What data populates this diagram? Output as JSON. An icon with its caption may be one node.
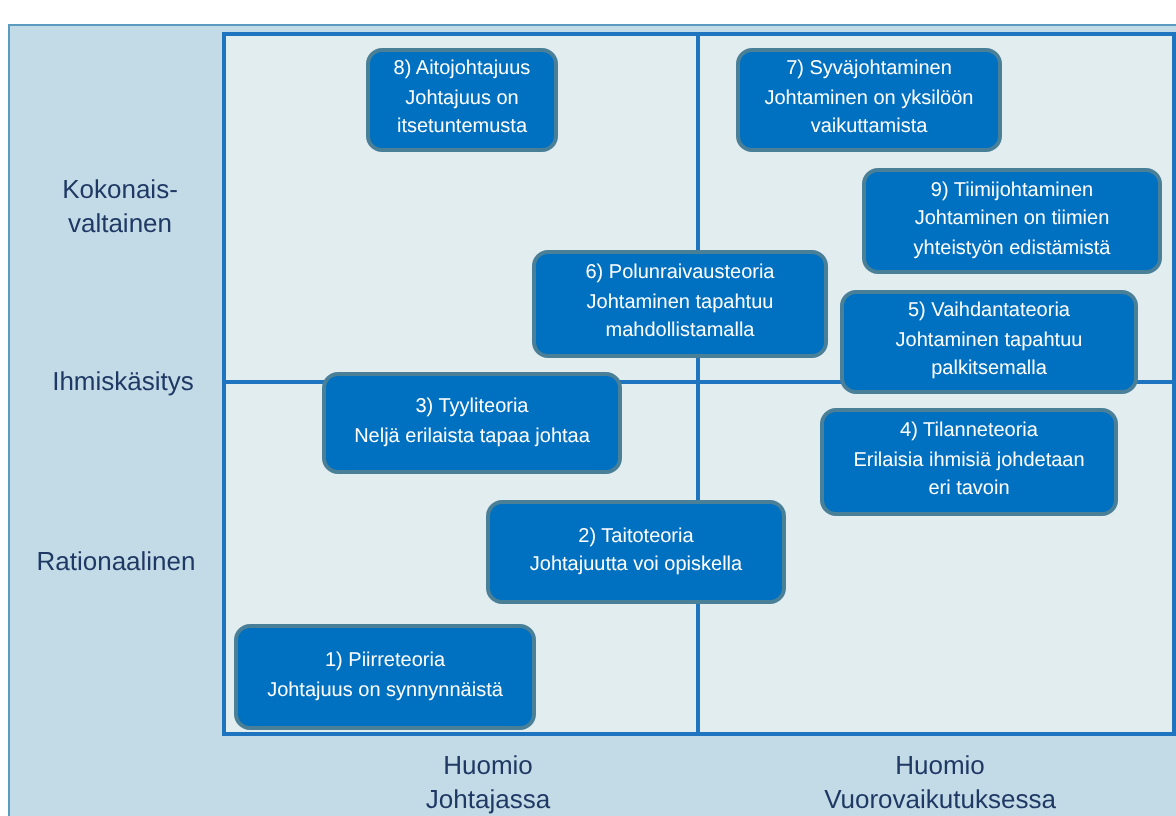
{
  "diagram": {
    "nodes": [
      {
        "text": [
          "8) Aitojohtajuus",
          "Johtajuus on itsetuntemusta"
        ]
      },
      {
        "text": [
          "7) Syväjohtaminen",
          "Johtaminen on yksilöön vaikuttamista"
        ]
      },
      {
        "text": [
          "9) Tiimijohtaminen",
          "Johtaminen on tiimien yhteistyön edistämistä"
        ]
      },
      {
        "text": [
          "6) Polunraivausteoria",
          "Johtaminen tapahtuu mahdollistamalla"
        ]
      },
      {
        "text": [
          "5) Vaihdantateoria",
          "Johtaminen tapahtuu palkitsemalla"
        ]
      },
      {
        "text": [
          "3) Tyyliteoria",
          "Neljä erilaista tapaa johtaa"
        ]
      },
      {
        "text": [
          "4) Tilanneteoria",
          "Erilaisia ihmisiä johdetaan eri tavoin"
        ]
      },
      {
        "text": [
          "2) Taitoteoria",
          "Johtajuutta voi opiskella"
        ]
      },
      {
        "text": [
          "1) Piirreteoria",
          "Johtajuus on synnynnäistä"
        ]
      }
    ],
    "labels": [
      "Kokonais- valtainen",
      "Ihmiskäsitys",
      "Rationaalinen",
      "Huomio Johtajassa",
      "Huomio Vuorovaikutuksessa"
    ]
  }
}
